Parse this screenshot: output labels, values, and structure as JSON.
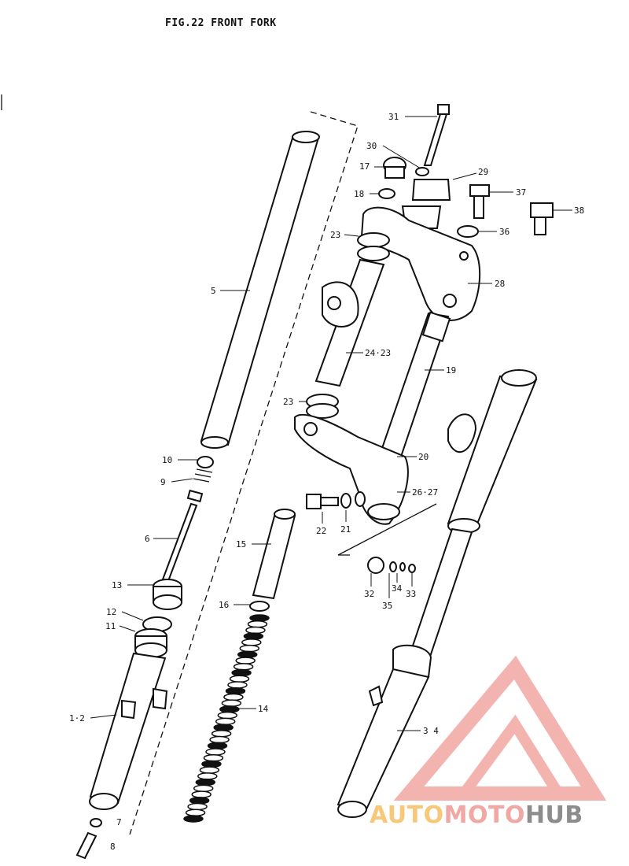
{
  "figure": {
    "title": "FIG.22  FRONT FORK"
  },
  "watermark": {
    "parts": [
      "AUTO",
      "MOTO",
      "HUB"
    ],
    "colors": [
      "#f7c87a",
      "#f1a7a3",
      "#8c8c8c"
    ],
    "logo_color": "#f1a7a3"
  },
  "callouts": [
    {
      "id": "31",
      "label": "31"
    },
    {
      "id": "30",
      "label": "30"
    },
    {
      "id": "17",
      "label": "17"
    },
    {
      "id": "29",
      "label": "29"
    },
    {
      "id": "18",
      "label": "18"
    },
    {
      "id": "37",
      "label": "37"
    },
    {
      "id": "38",
      "label": "38"
    },
    {
      "id": "23a",
      "label": "23"
    },
    {
      "id": "36",
      "label": "36"
    },
    {
      "id": "5",
      "label": "5"
    },
    {
      "id": "28",
      "label": "28"
    },
    {
      "id": "24-23",
      "label": "24·23"
    },
    {
      "id": "19",
      "label": "19"
    },
    {
      "id": "23b",
      "label": "23"
    },
    {
      "id": "20",
      "label": "20"
    },
    {
      "id": "10",
      "label": "10"
    },
    {
      "id": "9",
      "label": "9"
    },
    {
      "id": "26-27",
      "label": "26·27"
    },
    {
      "id": "22",
      "label": "22"
    },
    {
      "id": "21",
      "label": "21"
    },
    {
      "id": "6",
      "label": "6"
    },
    {
      "id": "15",
      "label": "15"
    },
    {
      "id": "13",
      "label": "13"
    },
    {
      "id": "32",
      "label": "32"
    },
    {
      "id": "34",
      "label": "34"
    },
    {
      "id": "33",
      "label": "33"
    },
    {
      "id": "35",
      "label": "35"
    },
    {
      "id": "16",
      "label": "16"
    },
    {
      "id": "12",
      "label": "12"
    },
    {
      "id": "11",
      "label": "11"
    },
    {
      "id": "14",
      "label": "14"
    },
    {
      "id": "1-2",
      "label": "1·2"
    },
    {
      "id": "3-4",
      "label": "3 4"
    },
    {
      "id": "7",
      "label": "7"
    },
    {
      "id": "8",
      "label": "8"
    }
  ]
}
